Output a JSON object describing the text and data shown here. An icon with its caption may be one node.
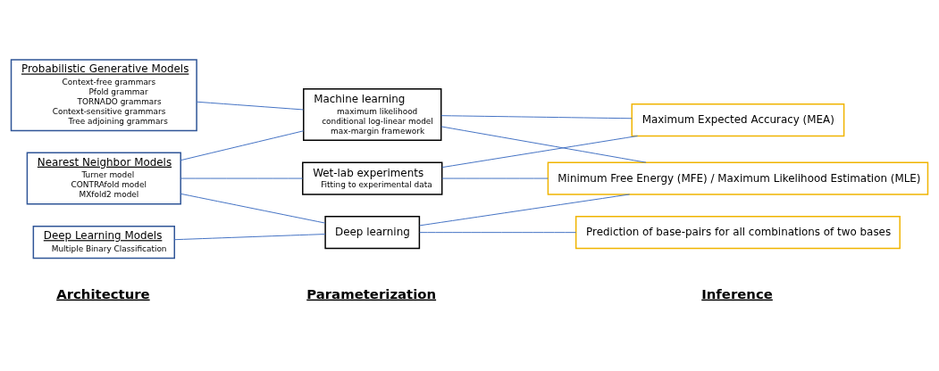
{
  "diagram": {
    "nodes": [
      {
        "text": [
          "Nearest Neighbor Models",
          "Turner model",
          "CONTRAfold model",
          "MXfold2 model"
        ]
      },
      {
        "text": [
          "Probabilistic Generative Models",
          "Context-free grammars",
          "Pfold grammar",
          "TORNADO grammars",
          "Context-sensitive grammars",
          "Tree adjoining grammars"
        ]
      },
      {
        "text": [
          "Deep Learning Models",
          "Multiple Binary Classification"
        ]
      },
      {
        "text": [
          "Wet-lab experiments",
          "Fitting to experimental data"
        ]
      },
      {
        "text": [
          "Machine learning",
          "maximum likelihood",
          "conditional log-linear model",
          "max-margin framework"
        ]
      },
      {
        "text": [
          "Deep learning"
        ]
      },
      {
        "text": [
          "Minimum Free Energy (MFE) / Maximum Likelihood Estimation (MLE)"
        ]
      },
      {
        "text": [
          "Maximum Expected Accuracy (MEA)"
        ]
      },
      {
        "text": [
          "Prediction of base-pairs for all combinations of two bases"
        ]
      }
    ],
    "edges": [
      {
        "from": 0,
        "to": 3,
        "arrow": "none"
      },
      {
        "from": 0,
        "to": 4,
        "arrow": "none"
      },
      {
        "from": 0,
        "to": 5,
        "arrow": "none"
      },
      {
        "from": 1,
        "to": 4,
        "arrow": "none"
      },
      {
        "from": 2,
        "to": 5,
        "arrow": "none"
      },
      {
        "from": 3,
        "to": 6,
        "arrow": "none"
      },
      {
        "from": 3,
        "to": 7,
        "arrow": "none"
      },
      {
        "from": 4,
        "to": 6,
        "arrow": "none"
      },
      {
        "from": 4,
        "to": 7,
        "arrow": "none"
      },
      {
        "from": 5,
        "to": 6,
        "arrow": "none"
      },
      {
        "from": 5,
        "to": 8,
        "arrow": "none"
      }
    ],
    "labels": [
      "Architecture",
      "Parameterization",
      "Inference"
    ]
  }
}
